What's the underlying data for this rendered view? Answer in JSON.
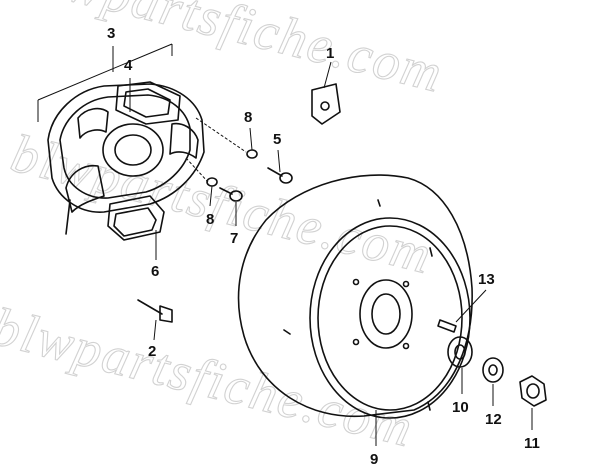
{
  "watermark": {
    "line1": "blwpartsfiche.com",
    "line2": "blwpartsfiche.com",
    "line3": "blwpartsfiche.com"
  },
  "callouts": [
    "1",
    "2",
    "3",
    "4",
    "5",
    "6",
    "7",
    "8",
    "8",
    "9",
    "10",
    "11",
    "12",
    "13"
  ]
}
